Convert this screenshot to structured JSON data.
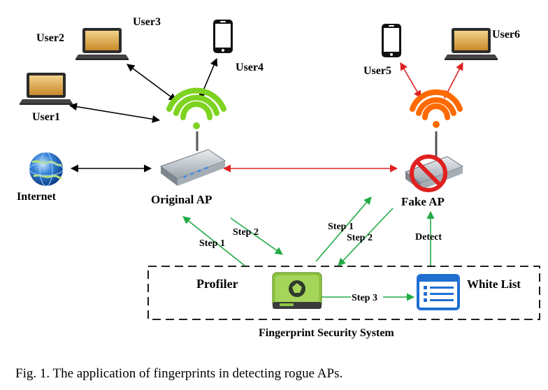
{
  "users": {
    "user1": "User1",
    "user2": "User2",
    "user3": "User3",
    "user4": "User4",
    "user5": "User5",
    "user6": "User6"
  },
  "nodes": {
    "internet": "Internet",
    "original_ap": "Original AP",
    "fake_ap": "Fake AP",
    "profiler": "Profiler",
    "white_list": "White List",
    "system": "Fingerprint Security System"
  },
  "edges": {
    "step1_left": "Step 1",
    "step2_left": "Step 2",
    "step1_right": "Step 1",
    "step2_right": "Step 2",
    "step3": "Step 3",
    "detect": "Detect"
  },
  "caption": "Fig. 1.  The application of fingerprints in detecting rogue APs.",
  "colors": {
    "normal_link": "#000000",
    "rogue_link": "#e02020",
    "step_link": "#22aa44",
    "wifi_original": "#7ed321",
    "wifi_fake": "#ff6a00"
  }
}
